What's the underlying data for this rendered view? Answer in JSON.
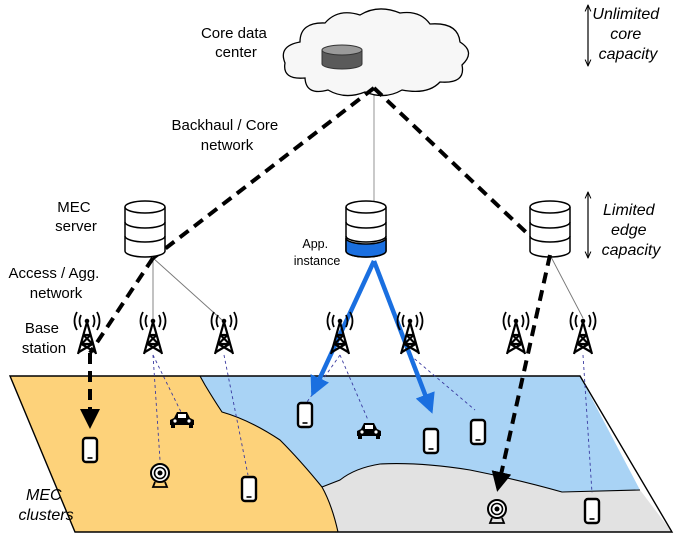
{
  "labels": {
    "core_dc_line1": "Core data",
    "core_dc_line2": "center",
    "unlimited_line1": "Unlimited",
    "unlimited_line2": "core",
    "unlimited_line3": "capacity",
    "backhaul_line1": "Backhaul / Core",
    "backhaul_line2": "network",
    "mec_line1": "MEC",
    "mec_line2": "server",
    "app_line1": "App.",
    "app_line2": "instance",
    "limited_line1": "Limited",
    "limited_line2": "edge",
    "limited_line3": "capacity",
    "access_line1": "Access / Agg.",
    "access_line2": "network",
    "base_line1": "Base",
    "base_line2": "station",
    "clusters_line1": "MEC",
    "clusters_line2": "clusters"
  },
  "colors": {
    "cluster_yellow": "#fdd27a",
    "cluster_blue": "#a9d3f5",
    "cluster_gray": "#e2e2e2",
    "app_blue": "#1a6fe0",
    "cloud_fill": "#f7f7f7",
    "server_fill": "#ffffff"
  }
}
